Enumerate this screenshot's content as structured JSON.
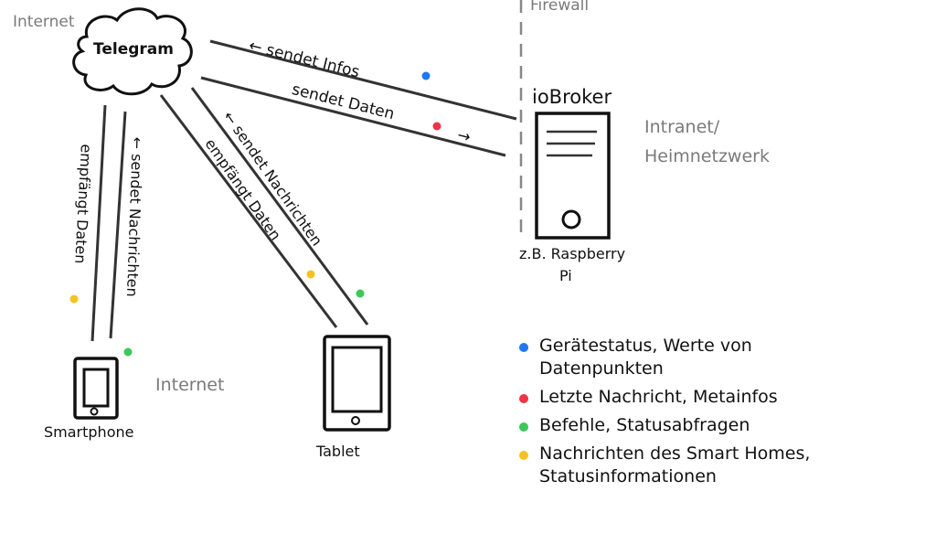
{
  "zones": {
    "internet_top": "Internet",
    "internet_bottom": "Internet",
    "firewall": "Firewall",
    "intranet_line1": "Intranet/",
    "intranet_line2": "Heimnetzwerk"
  },
  "nodes": {
    "telegram": "Telegram",
    "iobroker": "ioBroker",
    "iobroker_hint_line1": "z.B. Raspberry",
    "iobroker_hint_line2": "Pi",
    "smartphone": "Smartphone",
    "tablet": "Tablet"
  },
  "edges": {
    "telegram_iobroker_top": "← sendet Infos",
    "telegram_iobroker_bottom": "sendet Daten",
    "telegram_iobroker_bottom_arrow": "→",
    "phone_receive": "empfängt Daten",
    "phone_send": "← sendet Nachrichten",
    "tablet_send": "← sendet Nachrichten",
    "tablet_receive": "empfängt Daten"
  },
  "colors": {
    "blue": "#1e78f0",
    "red": "#ee3344",
    "green": "#3cc85a",
    "yellow": "#f5c21e",
    "line": "#333333",
    "gray_text": "#7a7a7a"
  },
  "legend": [
    {
      "color": "#1e78f0",
      "text": "Gerätestatus, Werte von Datenpunkten"
    },
    {
      "color": "#ee3344",
      "text": "Letzte Nachricht, Metainfos"
    },
    {
      "color": "#3cc85a",
      "text": "Befehle, Statusabfragen"
    },
    {
      "color": "#f5c21e",
      "text": "Nachrichten des Smart Homes, Statusinformationen"
    }
  ]
}
